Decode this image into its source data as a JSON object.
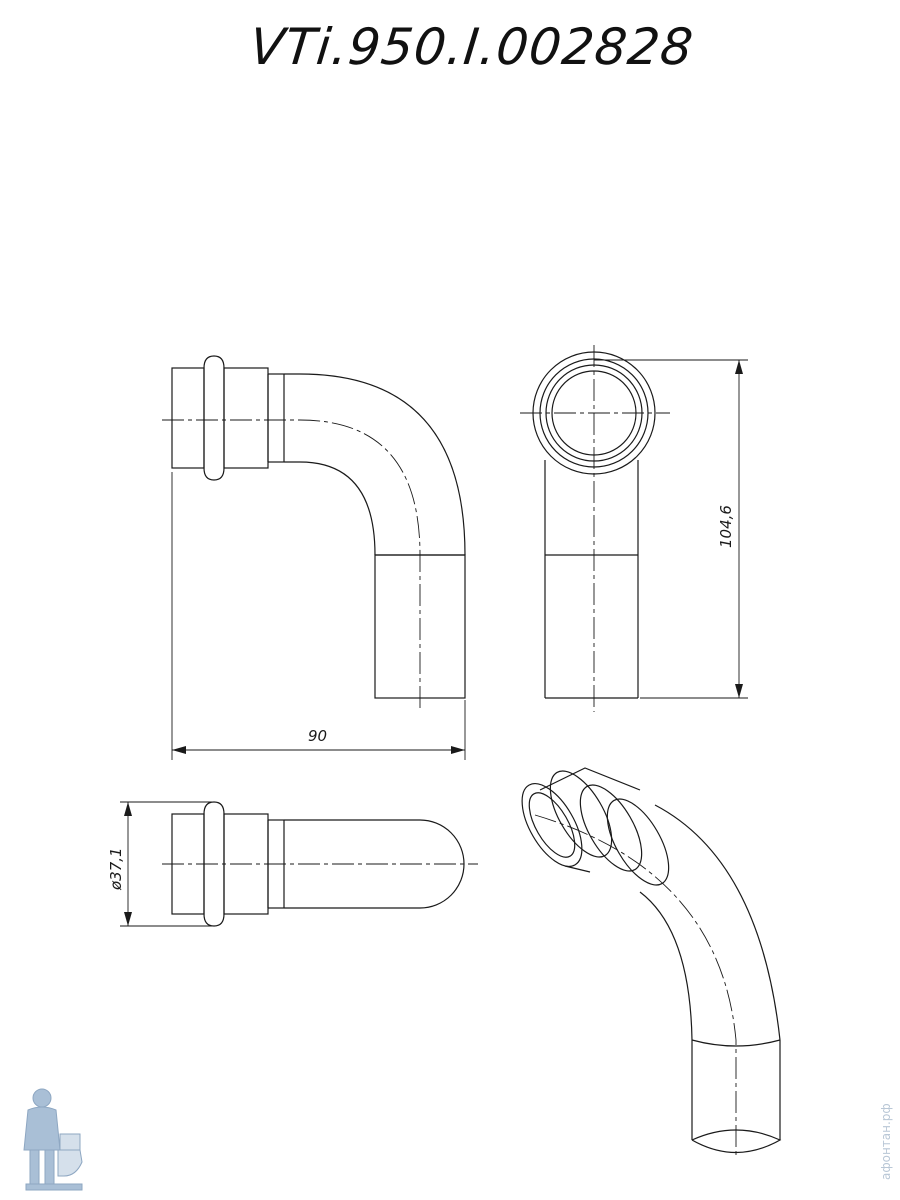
{
  "drawing": {
    "title": "VTi.950.I.002828",
    "dimensions": {
      "length": "90",
      "height": "104,6",
      "diameter": "ø37,1"
    },
    "watermark": "афонтан.рф",
    "colors": {
      "line": "#1a1a1a",
      "logo": "#9fb6cf"
    }
  }
}
